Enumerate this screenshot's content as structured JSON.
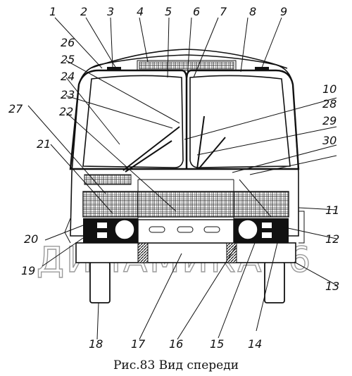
{
  "caption": "Рис.83 Вид спереди",
  "watermark": "ДИНАМИКА76",
  "callouts": [
    "1",
    "2",
    "3",
    "4",
    "5",
    "6",
    "7",
    "8",
    "9",
    "10",
    "11",
    "12",
    "13",
    "14",
    "15",
    "16",
    "17",
    "18",
    "19",
    "20",
    "21",
    "22",
    "23",
    "24",
    "25",
    "26",
    "27",
    "28",
    "29",
    "30"
  ],
  "colors": {
    "ink": "#111111",
    "background": "#ffffff",
    "watermark": "#9a9a9a"
  }
}
